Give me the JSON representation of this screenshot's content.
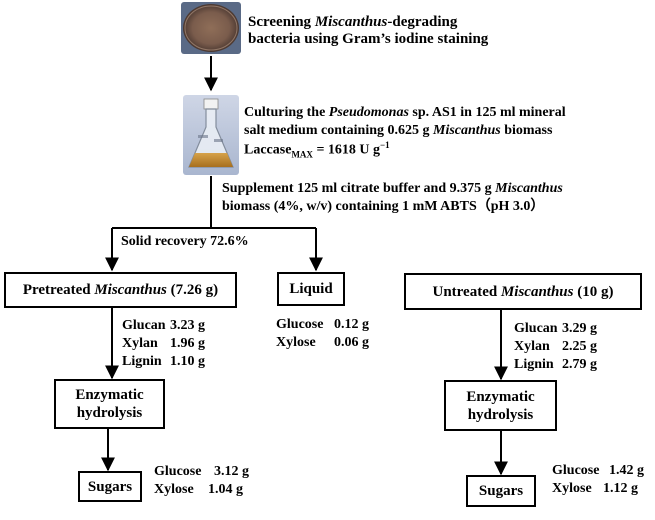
{
  "step1": {
    "line1_pre": "Screening ",
    "line1_em": "Miscanthus",
    "line1_post": "-degrading",
    "line2": "bacteria using Gram’s iodine staining"
  },
  "step2": {
    "line1_pre": "Culturing the ",
    "line1_em": "Pseudomonas",
    "line1_post": " sp. AS1 in 125 ml mineral",
    "line2_pre": "salt medium containing 0.625 g ",
    "line2_em": "Miscanthus",
    "line2_post": " biomass",
    "laccase_base": "Laccase",
    "laccase_sub": "MAX",
    "laccase_value": " = 1618 U g",
    "laccase_sup": "−1"
  },
  "step3": {
    "line1_pre": "Supplement 125 ml citrate buffer and 9.375 g ",
    "line1_em": "Miscanthus",
    "line2": "biomass (4%, w/v) containing 1 mM ABTS（pH 3.0）"
  },
  "solid_recovery": "Solid recovery 72.6%",
  "pretreated": {
    "label_pre": "Pretreated ",
    "label_em": "Miscanthus",
    "label_post": " (7.26 g)",
    "components": [
      {
        "name": "Glucan",
        "value": "3.23 g"
      },
      {
        "name": "Xylan",
        "value": "1.96 g"
      },
      {
        "name": "Lignin",
        "value": "1.10 g"
      }
    ],
    "hydrolysis_line1": "Enzymatic",
    "hydrolysis_line2": "hydrolysis",
    "sugars_label": "Sugars",
    "sugars": [
      {
        "name": "Glucose",
        "value": "3.12 g"
      },
      {
        "name": "Xylose",
        "value": "1.04 g"
      }
    ]
  },
  "liquid": {
    "label": "Liquid",
    "items": [
      {
        "name": "Glucose",
        "value": "0.12  g"
      },
      {
        "name": "Xylose",
        "value": "0.06  g"
      }
    ]
  },
  "untreated": {
    "label_pre": "Untreated ",
    "label_em": "Miscanthus",
    "label_post": " (10 g)",
    "components": [
      {
        "name": "Glucan",
        "value": "3.29 g"
      },
      {
        "name": "Xylan",
        "value": "2.25 g"
      },
      {
        "name": "Lignin",
        "value": "2.79 g"
      }
    ],
    "hydrolysis_line1": "Enzymatic",
    "hydrolysis_line2": "hydrolysis",
    "sugars_label": "Sugars",
    "sugars": [
      {
        "name": "Glucose",
        "value": "1.42 g"
      },
      {
        "name": "Xylose",
        "value": "1.12 g"
      }
    ]
  }
}
